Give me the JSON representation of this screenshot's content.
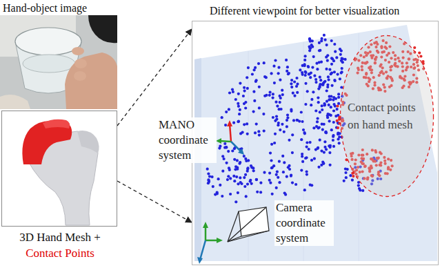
{
  "diagram": {
    "nodes": [
      {
        "text": [
          "Hand-object image"
        ]
      },
      {
        "text": [
          "3D Hand Mesh +",
          "Contact Points"
        ]
      },
      {
        "text": [
          "Different viewpoint for better visualization"
        ]
      },
      {
        "text": [
          "Contact points on hand mesh"
        ],
        "in": 2
      }
    ],
    "edges": [
      {
        "from": 1,
        "to": 2,
        "arrow": "to"
      },
      {
        "from": 1,
        "to": 2,
        "arrow": "to"
      }
    ],
    "labels": [
      "MANO coordinate system",
      "Camera coordinate system"
    ]
  }
}
